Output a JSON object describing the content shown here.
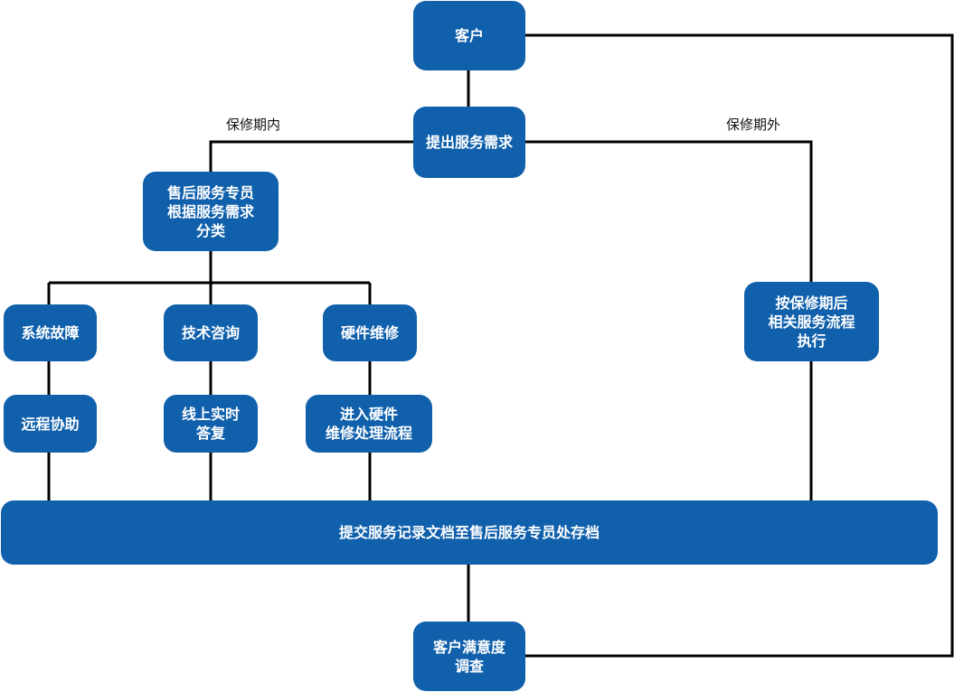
{
  "nodes": {
    "customer": "客户",
    "request": "提出服务需求",
    "classify": "售后服务专员\n根据服务需求\n分类",
    "system_fault": "系统故障",
    "tech_consult": "技术咨询",
    "hardware_repair": "硬件维修",
    "remote_assist": "远程协助",
    "online_reply": "线上实时\n答复",
    "hardware_process": "进入硬件\n维修处理流程",
    "out_warranty_process": "按保修期后\n相关服务流程\n执行",
    "archive": "提交服务记录文档至售后服务专员处存档",
    "survey": "客户满意度\n调查"
  },
  "edge_labels": {
    "in_warranty": "保修期内",
    "out_warranty": "保修期外"
  },
  "colors": {
    "node_fill": "#1060ac",
    "node_text": "#ffffff",
    "line": "#000000"
  }
}
